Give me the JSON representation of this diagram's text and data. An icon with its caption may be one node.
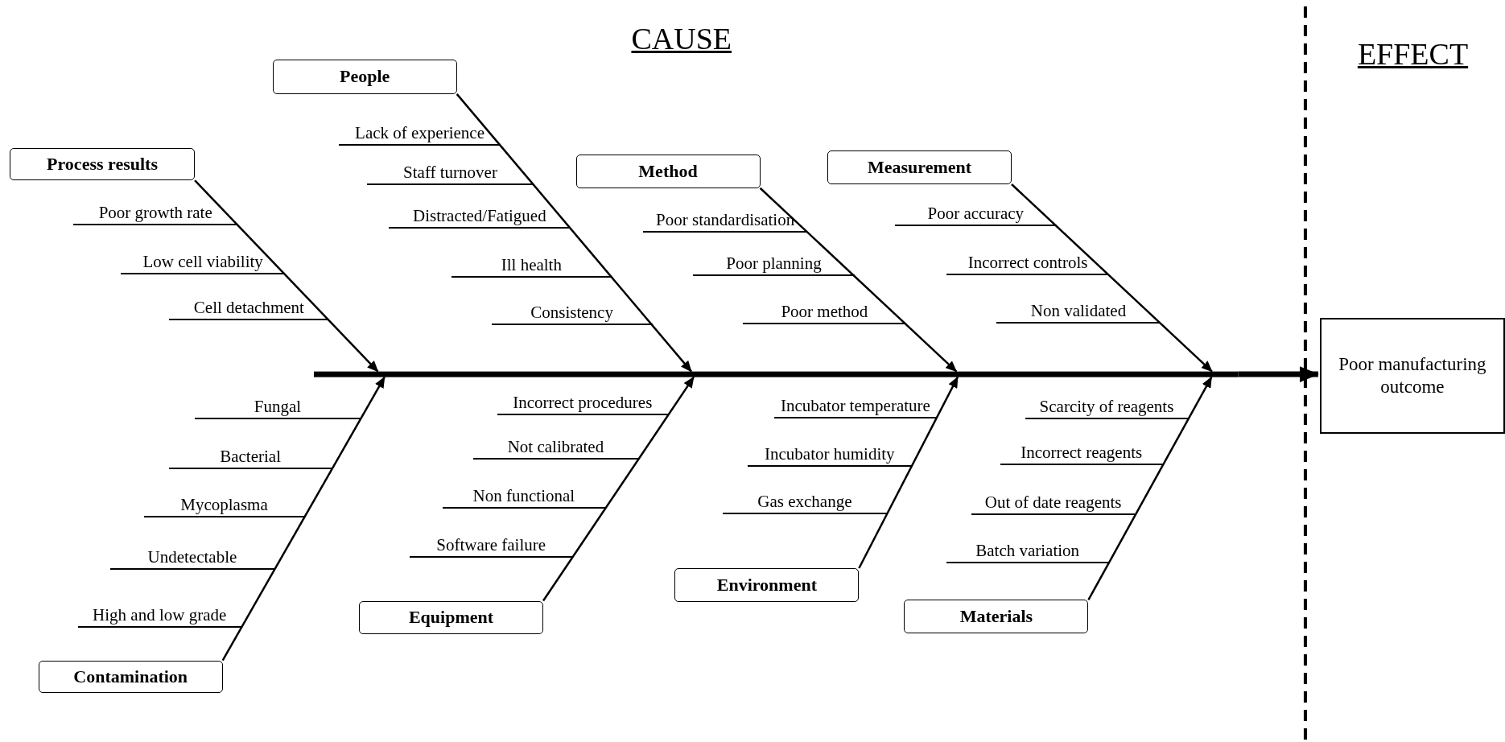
{
  "diagram": {
    "nodes": [
      {
        "text": [
          "Process results"
        ],
        "beside": [
          "Poor growth rate",
          "Low cell viability",
          "Cell detachment"
        ]
      },
      {
        "text": [
          "People"
        ],
        "beside": [
          "Lack of experience",
          "Staff turnover",
          "Distracted/Fatigued",
          "Ill health",
          "Consistency"
        ]
      },
      {
        "text": [
          "Method"
        ],
        "beside": [
          "Poor standardisation",
          "Poor planning",
          "Poor method"
        ]
      },
      {
        "text": [
          "Measurement"
        ],
        "beside": [
          "Poor accuracy",
          "Incorrect controls",
          "Non validated"
        ]
      },
      {
        "text": [
          "Poor manufacturing outcome"
        ]
      },
      {
        "text": [
          "Contamination"
        ],
        "beside": [
          "Fungal",
          "Bacterial",
          "Mycoplasma",
          "Undetectable",
          "High and low grade"
        ]
      },
      {
        "text": [
          "Equipment"
        ],
        "beside": [
          "Incorrect procedures",
          "Not calibrated",
          "Non functional",
          "Software failure"
        ]
      },
      {
        "text": [
          "Environment"
        ],
        "beside": [
          "Incubator temperature",
          "Incubator humidity",
          "Gas exchange"
        ]
      },
      {
        "text": [
          "Materials"
        ],
        "beside": [
          "Scarcity of reagents",
          "Incorrect reagents",
          "Out of date reagents",
          "Batch variation"
        ]
      },
      {
        "text": [],
        "shape": "bar"
      }
    ],
    "edges": [
      {
        "from": 0,
        "to": 9,
        "arrow": "to"
      },
      {
        "from": 1,
        "to": 9,
        "arrow": "to"
      },
      {
        "from": 2,
        "to": 9,
        "arrow": "to"
      },
      {
        "from": 3,
        "to": 9,
        "arrow": "to"
      },
      {
        "from": 5,
        "to": 9,
        "arrow": "to"
      },
      {
        "from": 6,
        "to": 9,
        "arrow": "to"
      },
      {
        "from": 7,
        "to": 9,
        "arrow": "to"
      },
      {
        "from": 8,
        "to": 9,
        "arrow": "to"
      },
      {
        "from": 9,
        "to": 4,
        "arrow": "to",
        "style": "thick"
      }
    ],
    "labels": [
      "CAUSE",
      "EFFECT"
    ]
  }
}
